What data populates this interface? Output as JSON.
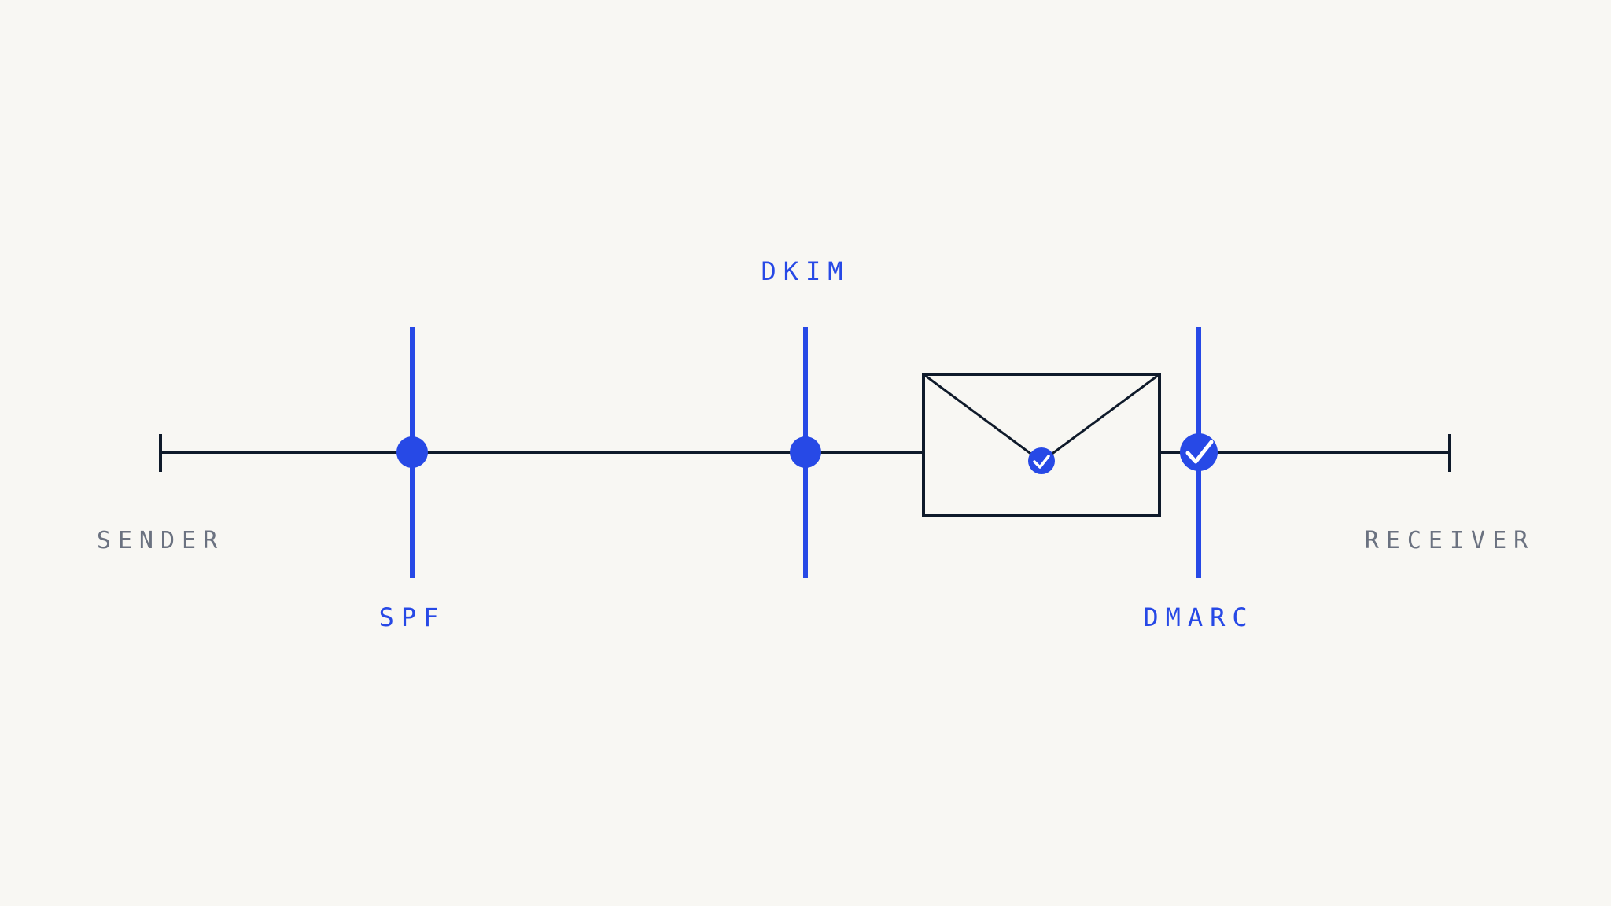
{
  "colors": {
    "background": "#f8f7f3",
    "line": "#0f1a2a",
    "accent": "#2749e6",
    "endpoint_text": "#6b7280"
  },
  "endpoints": {
    "sender": "SENDER",
    "receiver": "RECEIVER"
  },
  "checks": {
    "spf": "SPF",
    "dkim": "DKIM",
    "dmarc": "DMARC"
  },
  "icons": {
    "envelope": "envelope-icon",
    "envelope_check": "check-circle-icon",
    "dmarc_marker": "check-circle-icon"
  }
}
